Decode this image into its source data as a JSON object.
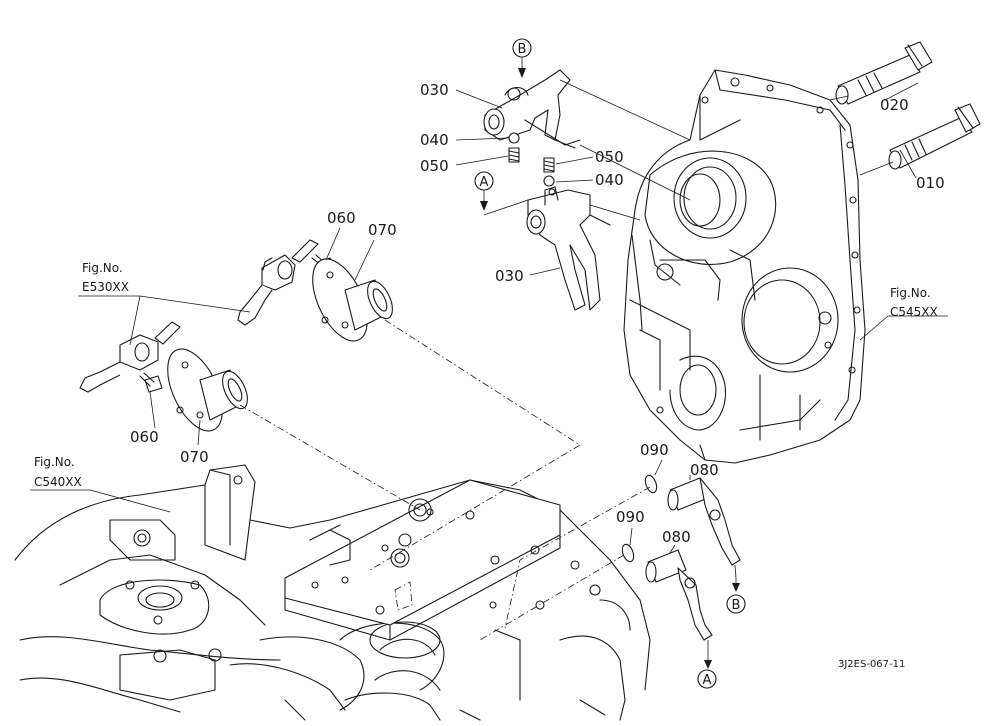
{
  "diagram": {
    "part_labels": {
      "p010": "010",
      "p020": "020",
      "p030_top": "030",
      "p030_bottom": "030",
      "p040_top": "040",
      "p040_right": "040",
      "p050_left": "050",
      "p050_right": "050",
      "p060_top": "060",
      "p060_bottom": "060",
      "p070_top": "070",
      "p070_bottom": "070",
      "p080_upper": "080",
      "p080_lower": "080",
      "p090_upper": "090",
      "p090_lower": "090"
    },
    "figure_refs": {
      "e530": {
        "prefix": "Fig.No.",
        "code": "E530XX"
      },
      "c545": {
        "prefix": "Fig.No.",
        "code": "C545XX"
      },
      "c540": {
        "prefix": "Fig.No.",
        "code": "C540XX"
      }
    },
    "markers": {
      "b_top": "B",
      "a_top": "A",
      "b_bottom": "B",
      "a_bottom": "A"
    },
    "drawing_code": "3J2ES-067-11"
  }
}
